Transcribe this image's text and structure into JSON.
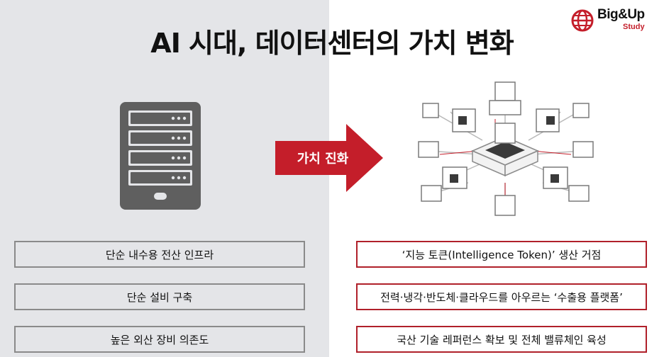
{
  "title": "AI 시대, 데이터센터의 가치 변화",
  "logo": {
    "name": "Big&Up",
    "sub": "Study"
  },
  "arrow_label": "가치 진화",
  "left_items": [
    "단순 내수용 전산 인프라",
    "단순 설비 구축",
    "높은 외산 장비 의존도"
  ],
  "right_items": [
    "‘지능 토큰(Intelligence Token)’ 생산 거점",
    "전력·냉각·반도체·클라우드를 아우르는 ‘수출용 플랫폼’",
    "국산 기술 레퍼런스 확보 및 전체 밸류체인 육성"
  ],
  "colors": {
    "accent": "#c41e2a",
    "left_bg": "#e4e5e8",
    "icon": "#5f5f5f"
  },
  "icons": {
    "left": "server-icon",
    "right": "network-cube-icon",
    "logo": "globe-icon"
  }
}
